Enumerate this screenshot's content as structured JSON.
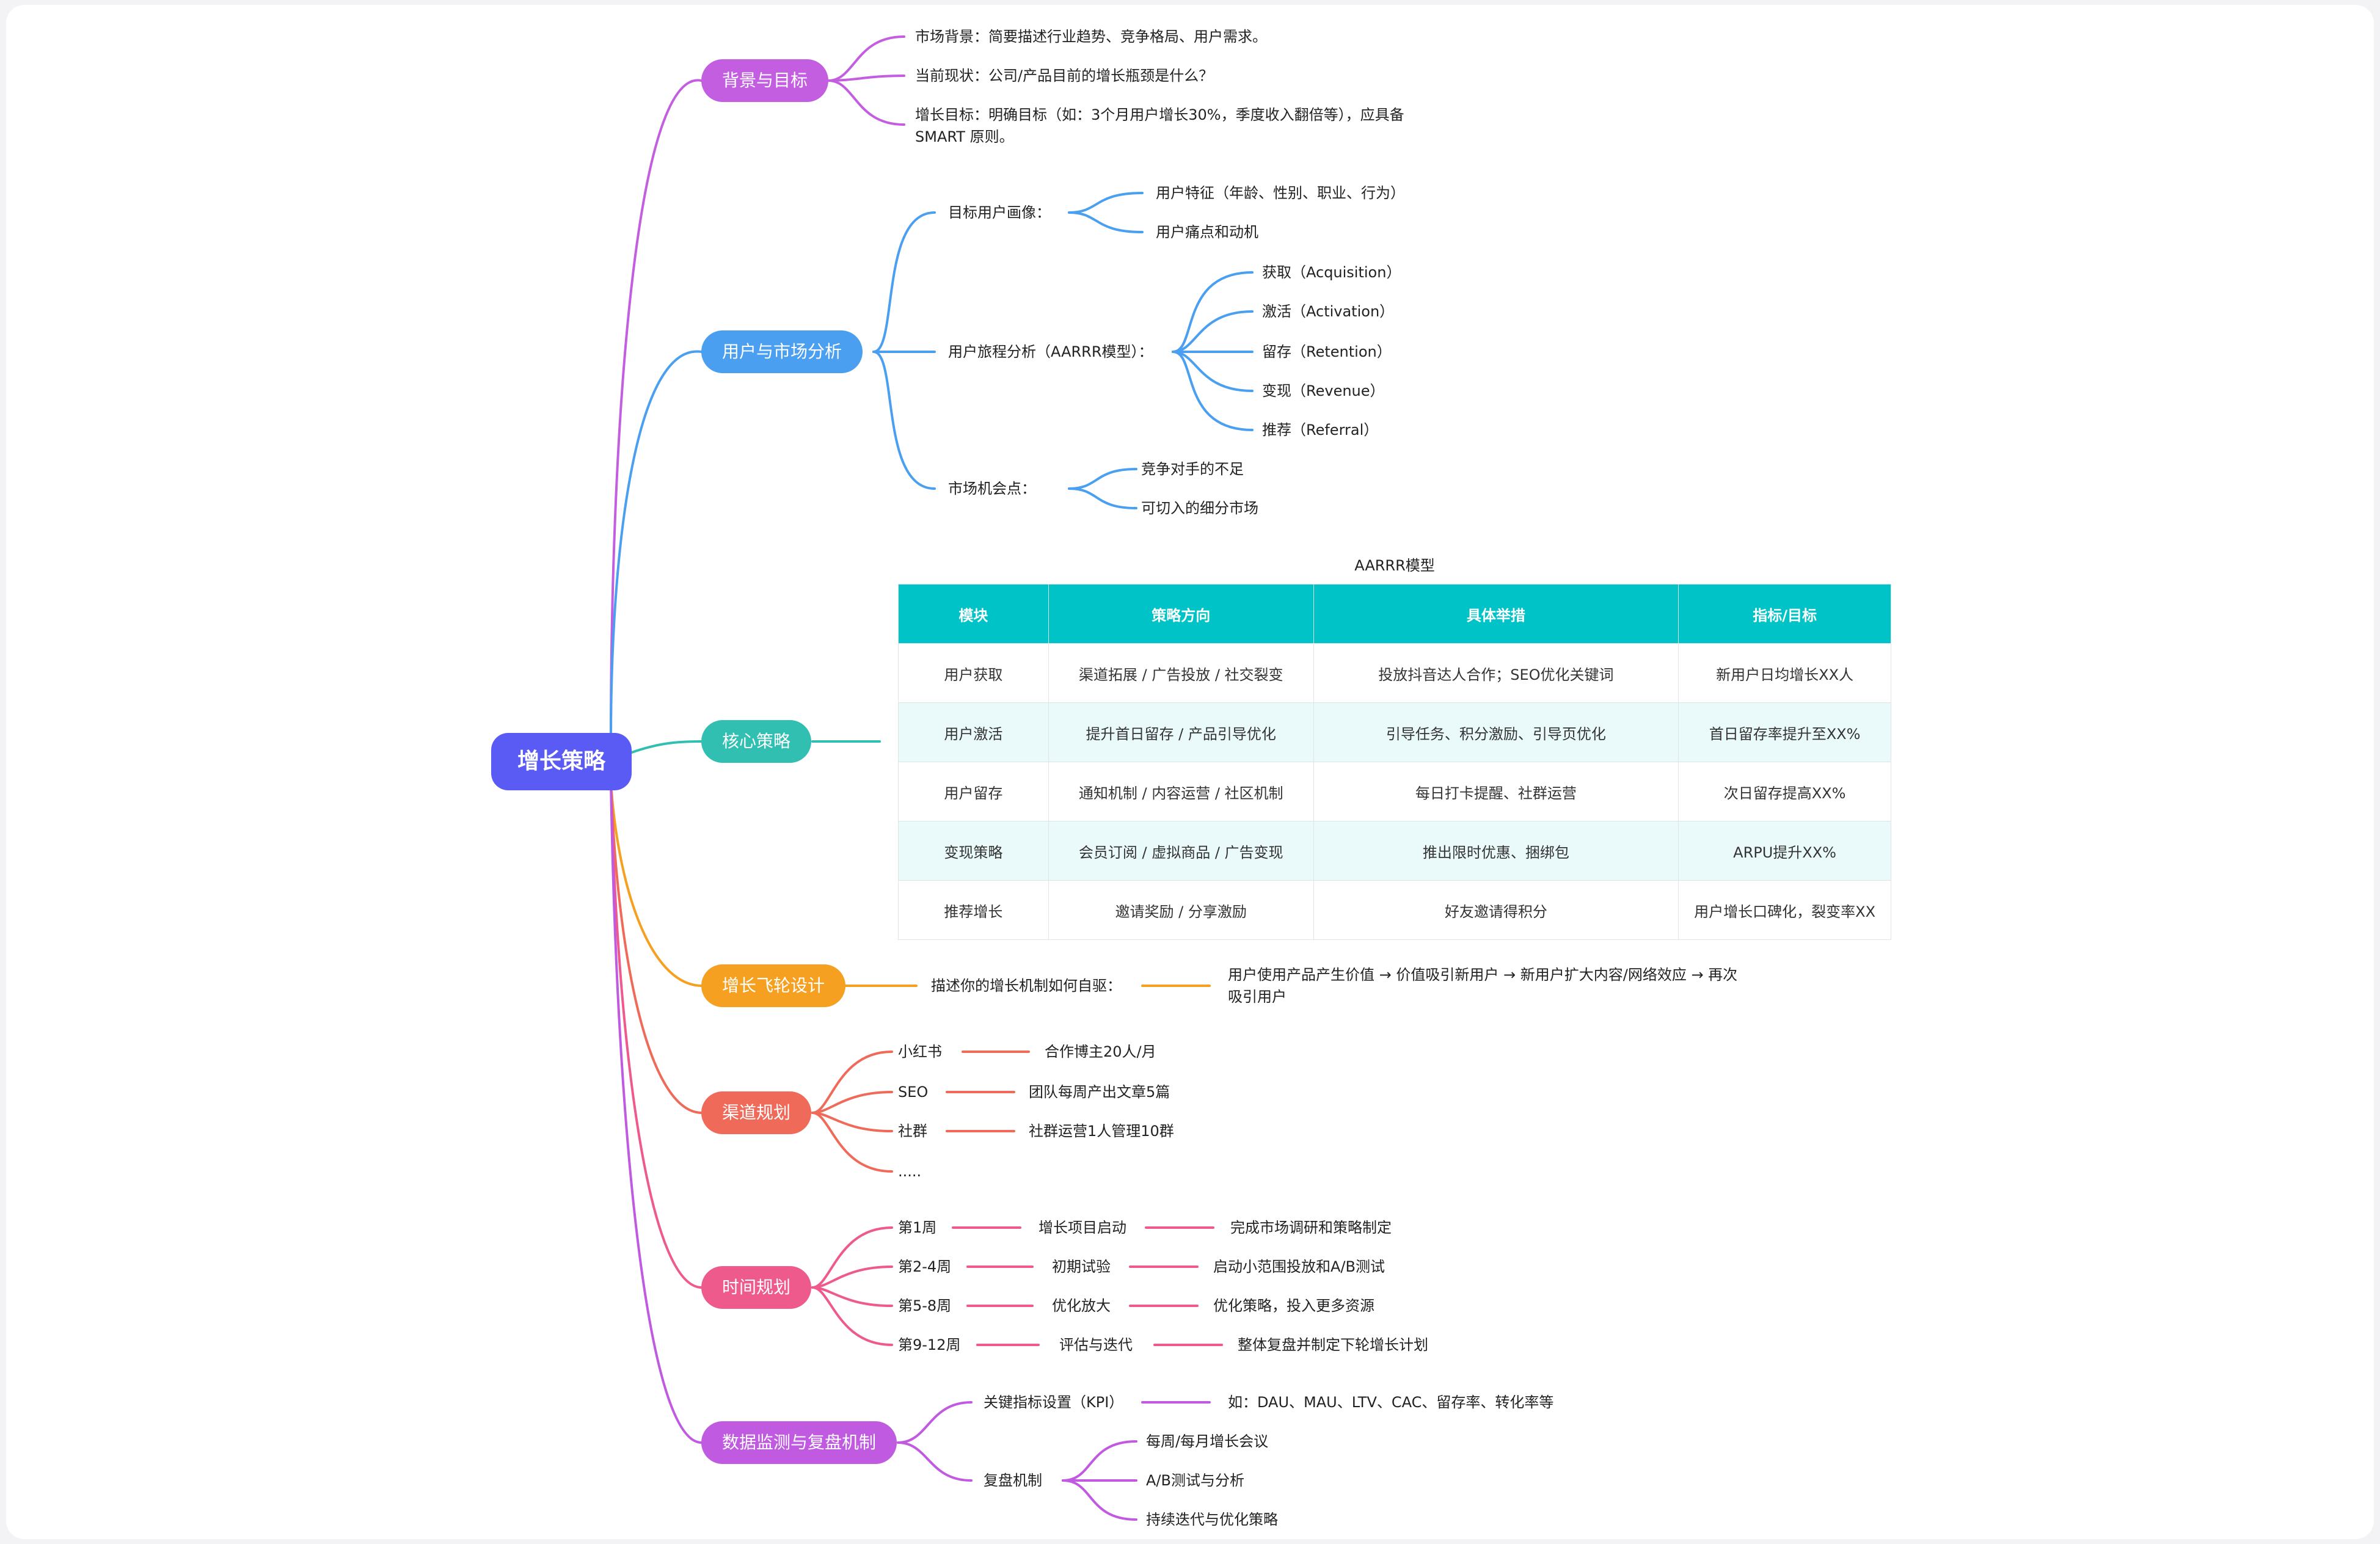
{
  "root": {
    "label": "增长策略"
  },
  "background": {
    "label": "背景与目标",
    "items": [
      "市场背景：简要描述行业趋势、竞争格局、用户需求。",
      "当前现状：公司/产品目前的增长瓶颈是什么？",
      "增长目标：明确目标（如：3个月用户增长30%，季度收入翻倍等），应具备",
      "SMART 原则。"
    ]
  },
  "user_market": {
    "label": "用户与市场分析",
    "persona": {
      "label": "目标用户画像：",
      "items": [
        "用户特征（年龄、性别、职业、行为）",
        "用户痛点和动机"
      ]
    },
    "journey": {
      "label": "用户旅程分析（AARRR模型）：",
      "items": [
        "获取（Acquisition）",
        "激活（Activation）",
        "留存（Retention）",
        "变现（Revenue）",
        "推荐（Referral）"
      ]
    },
    "opportunity": {
      "label": "市场机会点：",
      "items": [
        "竞争对手的不足",
        "可切入的细分市场"
      ]
    }
  },
  "core": {
    "label": "核心策略",
    "table_title": "AARRR模型",
    "headers": [
      "模块",
      "策略方向",
      "具体举措",
      "指标/目标"
    ],
    "rows": [
      [
        "用户获取",
        "渠道拓展 / 广告投放 / 社交裂变",
        "投放抖音达人合作；SEO优化关键词",
        "新用户日均增长XX人"
      ],
      [
        "用户激活",
        "提升首日留存 / 产品引导优化",
        "引导任务、积分激励、引导页优化",
        "首日留存率提升至XX%"
      ],
      [
        "用户留存",
        "通知机制 / 内容运营 / 社区机制",
        "每日打卡提醒、社群运营",
        "次日留存提高XX%"
      ],
      [
        "变现策略",
        "会员订阅 / 虚拟商品 / 广告变现",
        "推出限时优惠、捆绑包",
        "ARPU提升XX%"
      ],
      [
        "推荐增长",
        "邀请奖励 / 分享激励",
        "好友邀请得积分",
        "用户增长口碑化，裂变率XX"
      ]
    ]
  },
  "flywheel": {
    "label": "增长飞轮设计",
    "question": "描述你的增长机制如何自驱：",
    "answer_line1": "用户使用产品产生价值 → 价值吸引新用户 → 新用户扩大内容/网络效应 → 再次",
    "answer_line2": "吸引用户"
  },
  "channels": {
    "label": "渠道规划",
    "items": [
      {
        "name": "小红书",
        "plan": "合作博主20人/月"
      },
      {
        "name": "SEO",
        "plan": "团队每周产出文章5篇"
      },
      {
        "name": "社群",
        "plan": "社群运营1人管理10群"
      },
      {
        "name": ".....",
        "plan": ""
      }
    ]
  },
  "timeline": {
    "label": "时间规划",
    "items": [
      {
        "week": "第1周",
        "phase": "增长项目启动",
        "task": "完成市场调研和策略制定"
      },
      {
        "week": "第2-4周",
        "phase": "初期试验",
        "task": "启动小范围投放和A/B测试"
      },
      {
        "week": "第5-8周",
        "phase": "优化放大",
        "task": "优化策略，投入更多资源"
      },
      {
        "week": "第9-12周",
        "phase": "评估与迭代",
        "task": "整体复盘并制定下轮增长计划"
      }
    ]
  },
  "monitoring": {
    "label": "数据监测与复盘机制",
    "kpi": {
      "label": "关键指标设置（KPI）",
      "value": "如：DAU、MAU、LTV、CAC、留存率、转化率等"
    },
    "review": {
      "label": "复盘机制",
      "items": [
        "每周/每月增长会议",
        "A/B测试与分析",
        "持续迭代与优化策略"
      ]
    }
  },
  "colors": {
    "root": "#5a5af5",
    "background": "#c35ee0",
    "user_market": "#4a9ff0",
    "core": "#30bfb0",
    "flywheel": "#f5a020",
    "channels": "#f06a5a",
    "timeline": "#ee5a8c",
    "monitoring": "#c05ae0",
    "table_header": "#00c3c8"
  }
}
